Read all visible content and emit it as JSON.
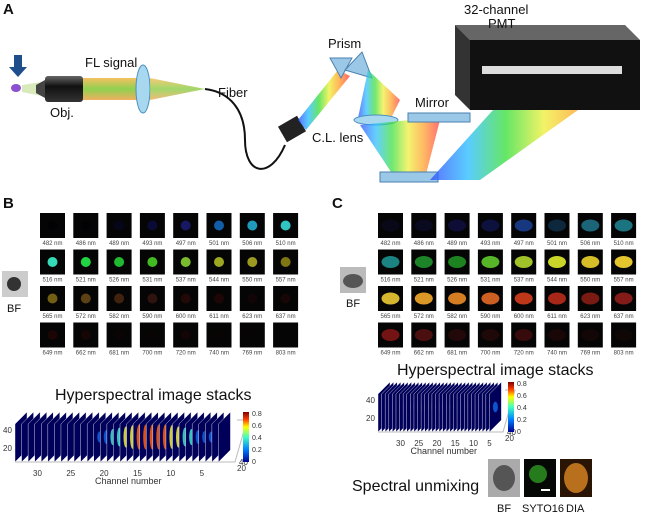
{
  "panel_a": {
    "label": "A",
    "fl_signal": "FL signal",
    "objective": "Obj.",
    "fiber": "Fiber",
    "prism": "Prism",
    "cl_lens": "C.L. lens",
    "mirror": "Mirror",
    "pmt_line1": "32-channel",
    "pmt_line2": "PMT"
  },
  "panel_b": {
    "label": "B",
    "bf": "BF",
    "wavelengths": [
      "482 nm",
      "486 nm",
      "489 nm",
      "493 nm",
      "497 nm",
      "501 nm",
      "506 nm",
      "510 nm",
      "516 nm",
      "521 nm",
      "526 nm",
      "531 nm",
      "537 nm",
      "544 nm",
      "550 nm",
      "557 nm",
      "565 nm",
      "572 nm",
      "582 nm",
      "590 nm",
      "600 nm",
      "611 nm",
      "623 nm",
      "637 nm",
      "649 nm",
      "662 nm",
      "681 nm",
      "700 nm",
      "720 nm",
      "740 nm",
      "769 nm",
      "803 nm"
    ],
    "tile_colors": [
      "#020204",
      "#020204",
      "#06061c",
      "#0b0b3a",
      "#181868",
      "#1262b0",
      "#22a2c4",
      "#34d0cc",
      "#38e6c0",
      "#22e044",
      "#22c434",
      "#46c424",
      "#80c432",
      "#a4b024",
      "#a2a222",
      "#847c14",
      "#786414",
      "#604414",
      "#44240f",
      "#321410",
      "#240a08",
      "#200606",
      "#120505",
      "#180606",
      "#1e0505",
      "#170505",
      "#0c0404",
      "#0a0404",
      "#140505",
      "#080404",
      "#060404",
      "#060404"
    ],
    "stack_title": "Hyperspectral image stacks",
    "xlabel": "Channel number",
    "xticks": [
      "30",
      "25",
      "20",
      "15",
      "10",
      "5"
    ],
    "yticks": [
      "40",
      "20"
    ],
    "zticks": [
      "40",
      "20"
    ],
    "colorbar_ticks": [
      "0.8",
      "0.6",
      "0.4",
      "0.2",
      "0"
    ],
    "stack_intensity": [
      0,
      0,
      0,
      0,
      0,
      0,
      0,
      0,
      0,
      0,
      0,
      0,
      0.05,
      0.15,
      0.25,
      0.35,
      0.45,
      0.55,
      0.65,
      0.75,
      0.8,
      0.75,
      0.65,
      0.55,
      0.45,
      0.35,
      0.25,
      0.15,
      0.08,
      0.04,
      0,
      0
    ]
  },
  "panel_c": {
    "label": "C",
    "bf": "BF",
    "wavelengths": [
      "482 nm",
      "486 nm",
      "489 nm",
      "493 nm",
      "497 nm",
      "501 nm",
      "506 nm",
      "510 nm",
      "516 nm",
      "521 nm",
      "526 nm",
      "531 nm",
      "537 nm",
      "544 nm",
      "550 nm",
      "557 nm",
      "565 nm",
      "572 nm",
      "582 nm",
      "590 nm",
      "600 nm",
      "611 nm",
      "623 nm",
      "637 nm",
      "649 nm",
      "662 nm",
      "681 nm",
      "700 nm",
      "720 nm",
      "740 nm",
      "769 nm",
      "803 nm"
    ],
    "tile_colors": [
      "#08081a",
      "#0a0a22",
      "#0e0e38",
      "#0e1240",
      "#183a86",
      "#0e2a40",
      "#1e6a80",
      "#1e7a88",
      "#1e8a8a",
      "#1e8a2a",
      "#1e8a22",
      "#5cc02a",
      "#aacc2a",
      "#d4e02a",
      "#e0c82a",
      "#f0d030",
      "#e0c030",
      "#e8a028",
      "#e08424",
      "#d86424",
      "#c83a1a",
      "#b02a1a",
      "#801c14",
      "#8a1c1a",
      "#7a1414",
      "#501010",
      "#240808",
      "#200808",
      "#3a0c0c",
      "#1a0606",
      "#140606",
      "#100606"
    ],
    "stack_title": "Hyperspectral image stacks",
    "xlabel": "Channel number",
    "xticks": [
      "30",
      "25",
      "20",
      "15",
      "10",
      "5"
    ],
    "yticks": [
      "40",
      "20"
    ],
    "zticks": [
      "40",
      "20"
    ],
    "colorbar_ticks": [
      "0.8",
      "0.6",
      "0.4",
      "0.2",
      "0"
    ],
    "stack_intensity": [
      0.05,
      0.08,
      0.1,
      0.15,
      0.2,
      0.25,
      0.3,
      0.35,
      0.4,
      0.45,
      0.45,
      0.5,
      0.5,
      0.5,
      0.45,
      0.45,
      0.4,
      0.35,
      0.3,
      0.3,
      0.25,
      0.25,
      0.2,
      0.2,
      0.15,
      0.12,
      0.1,
      0.08,
      0.06,
      0.05,
      0.04,
      0.03
    ],
    "unmixing_title": "Spectral unmixing",
    "unmixing_labels": [
      "BF",
      "SYTO16",
      "DIA"
    ]
  }
}
